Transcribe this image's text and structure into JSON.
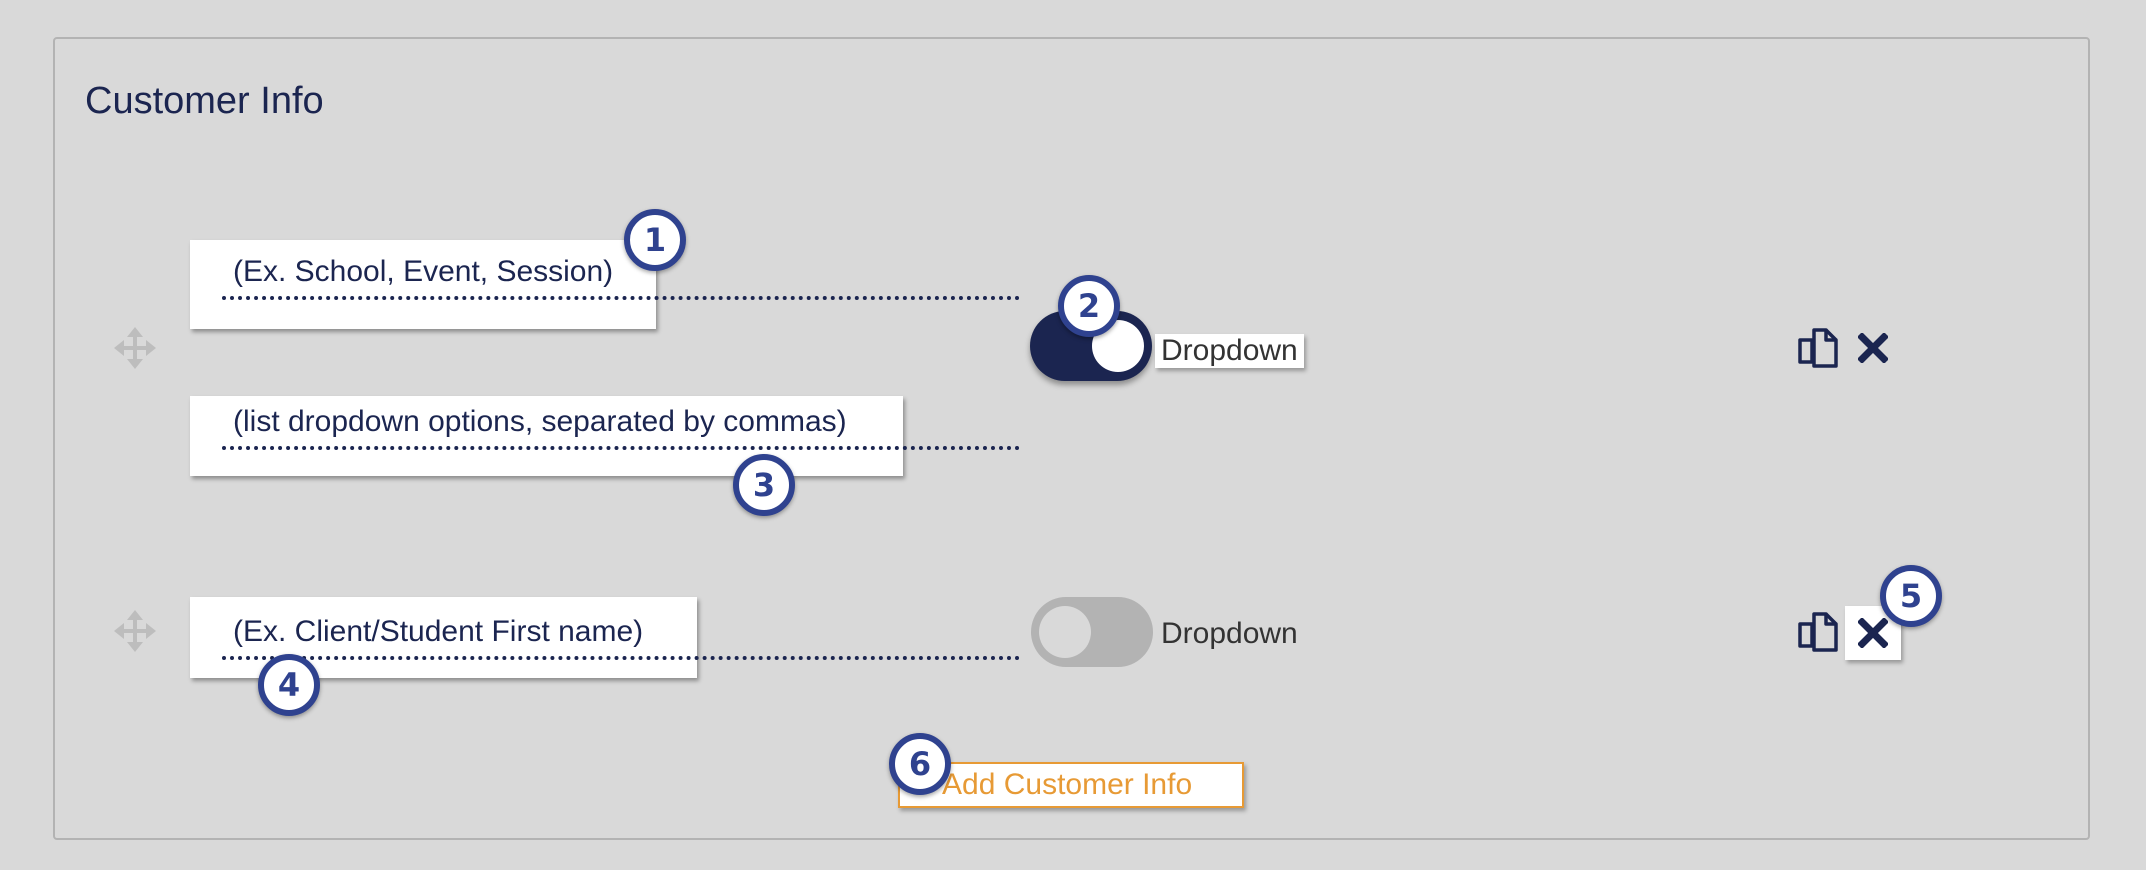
{
  "panel": {
    "title": "Customer Info"
  },
  "rows": [
    {
      "field_placeholder": "(Ex. School, Event, Session)",
      "options_placeholder": "(list dropdown options, separated by commas)",
      "dropdown_label": "Dropdown",
      "dropdown_enabled": true
    },
    {
      "field_placeholder": "(Ex. Client/Student First name)",
      "dropdown_label": "Dropdown",
      "dropdown_enabled": false
    }
  ],
  "add_button": {
    "label": "Add Customer Info"
  },
  "badges": [
    "1",
    "2",
    "3",
    "4",
    "5",
    "6"
  ],
  "icons": {
    "drag": "move-icon",
    "copy": "copy-icon",
    "delete": "close-icon"
  },
  "colors": {
    "navy": "#1b2550",
    "badge_blue": "#2f428f",
    "orange": "#e79a35",
    "background": "#d9d9d9"
  }
}
